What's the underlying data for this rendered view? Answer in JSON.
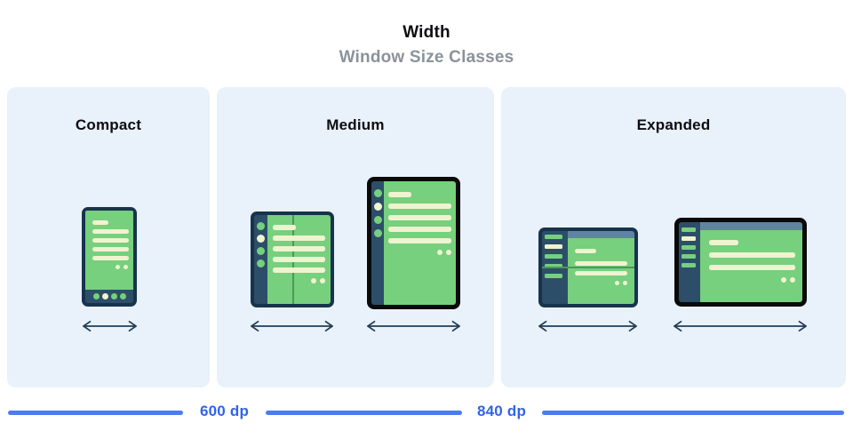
{
  "header": {
    "title": "Width",
    "subtitle": "Window Size Classes"
  },
  "panels": [
    {
      "label": "Compact",
      "devices": [
        "phone"
      ]
    },
    {
      "label": "Medium",
      "devices": [
        "vertical-foldable",
        "portrait-tablet"
      ]
    },
    {
      "label": "Expanded",
      "devices": [
        "landscape-foldable",
        "desktop-tablet"
      ]
    }
  ],
  "ruler": {
    "labels": [
      "600 dp",
      "840 dp"
    ]
  },
  "colors": {
    "panel_bg": "#e9f1fb",
    "text_dark": "#0c0d10",
    "text_gray": "#8b929b",
    "frame_navy": "#17344c",
    "frame_black": "#0a0a0a",
    "rail_navy": "#2d4e68",
    "screen_green": "#76d07e",
    "line_cream": "#f0f3d0",
    "fold_green": "#4f9659",
    "topbar_slate": "#5f85a2",
    "arrow_navy": "#203d56",
    "ruler_blue": "#4b7cf1",
    "ruler_text": "#3064ea"
  }
}
